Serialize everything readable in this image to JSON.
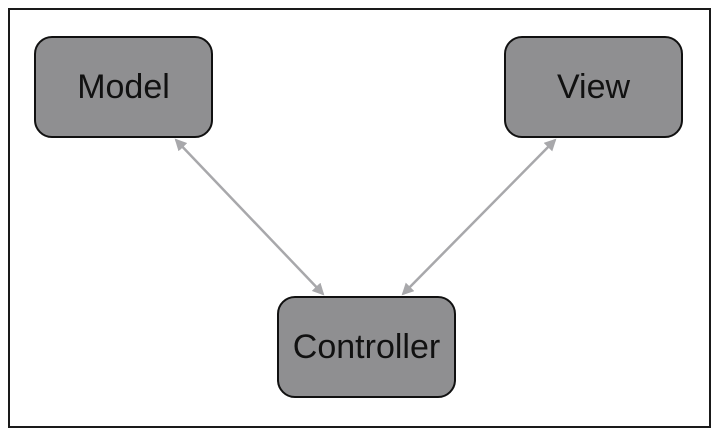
{
  "diagram": {
    "nodes": {
      "model": "Model",
      "view": "View",
      "controller": "Controller"
    },
    "edges": [
      {
        "from": "Model",
        "to": "Controller",
        "direction": "bidirectional"
      },
      {
        "from": "View",
        "to": "Controller",
        "direction": "bidirectional"
      }
    ],
    "colors": {
      "node_fill": "#8f8f91",
      "node_border": "#111111",
      "arrow": "#a8a8ab",
      "frame": "#1a1a1a"
    }
  }
}
